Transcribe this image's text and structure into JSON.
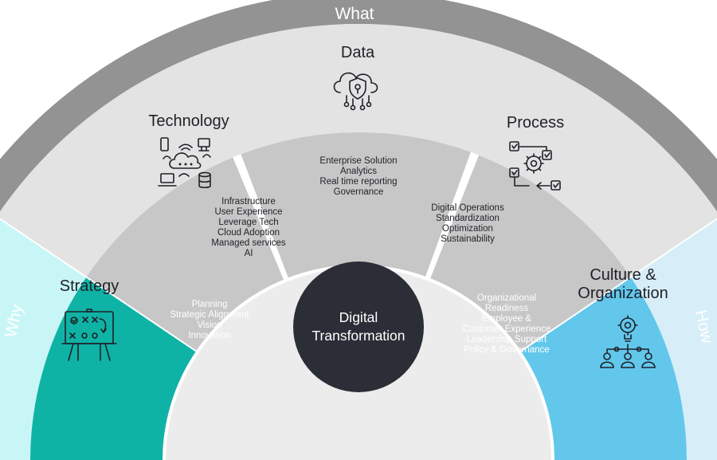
{
  "diagram": {
    "colors": {
      "outer_gray": "#939393",
      "band_gray": "#e3e3e3",
      "inner_gray": "#c7c7c7",
      "why_outer": "#47c9c4",
      "why_band": "#c8f6f6",
      "why_inner": "#0fb3a5",
      "how_outer": "#45bde8",
      "how_band": "#d7eef8",
      "how_inner": "#63c7ec",
      "center": "#2b2e36"
    },
    "outer_labels": {
      "what": "What",
      "why": "Why",
      "how": "How"
    },
    "center": {
      "line1": "Digital",
      "line2": "Transformation"
    },
    "technology": {
      "title": "Technology",
      "icon": "devices-cloud-icon",
      "items": [
        "Infrastructure",
        "User Experience",
        "Leverage Tech",
        "Cloud Adoption",
        "Managed services",
        "AI"
      ]
    },
    "data": {
      "title": "Data",
      "icon": "cloud-shield-icon",
      "items": [
        "Enterprise Solution",
        "Analytics",
        "Real time reporting",
        "Governance"
      ]
    },
    "process": {
      "title": "Process",
      "icon": "process-flow-icon",
      "items": [
        "Digital Operations",
        "Standardization",
        "Optimization",
        "Sustainability"
      ]
    },
    "strategy": {
      "title": "Strategy",
      "icon": "whiteboard-strategy-icon",
      "items": [
        "Planning",
        "Strategic Alignment",
        "Vision",
        "Innovation"
      ]
    },
    "culture": {
      "title_line1": "Culture &",
      "title_line2": "Organization",
      "icon": "team-idea-icon",
      "items": [
        "Organizational",
        "Readiness",
        "Employee &",
        "Customer Experience",
        "Leadership Support",
        "Policy & Governance"
      ]
    }
  }
}
